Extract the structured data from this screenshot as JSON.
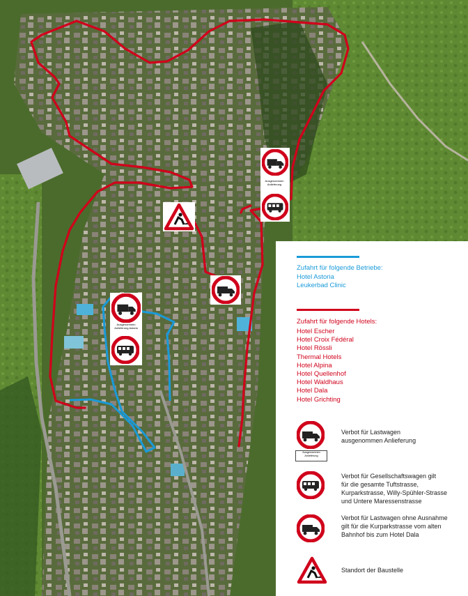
{
  "legend": {
    "astoria": {
      "color": "#1a9ad8",
      "title": "Zufahrt für folgende Betriebe:",
      "items": [
        "Hotel Astoria",
        "Leukerbad Clinic"
      ]
    },
    "hotels": {
      "color": "#d0021b",
      "title": "Zufahrt für folgende Hotels:",
      "items": [
        "Hotel Escher",
        "Hotel Croix Fédéral",
        "Hotel Rössli",
        "Thermal Hotels",
        "Hotel Alpina",
        "Hotel Quellenhof",
        "Hotel Waldhaus",
        "Hotel Dala",
        "Hotel Grichting"
      ]
    },
    "signs": [
      {
        "icon": "truck-prohibition-sign-icon",
        "note": "Ausgenommen Anlieferung",
        "text": "Verbot für Lastwagen\nausgenommen Anlieferung"
      },
      {
        "icon": "bus-prohibition-sign-icon",
        "text": "Verbot für Gesellschaftswagen gilt\nfür die gesamte Tuftstrasse,\nKurparkstrasse, Willy-Spühler-Strasse\nund Untere Maressenstrasse"
      },
      {
        "icon": "truck-prohibition-sign-icon",
        "text": "Verbot für Lastwagen ohne Ausnahme\ngilt für die Kurparkstrasse vom alten\nBahnhof bis zum Hotel Dala"
      },
      {
        "icon": "construction-warning-sign-icon",
        "text": "Standort der Baustelle"
      }
    ]
  },
  "map_signs": {
    "top_right_note": "Ausgenommen Anlieferung",
    "left_note": "Ausgenommen Anlieferung Astoria"
  },
  "colors": {
    "route_red": "#d0021b",
    "route_blue": "#1a9ad8",
    "terrain": "#4b6b2c"
  }
}
